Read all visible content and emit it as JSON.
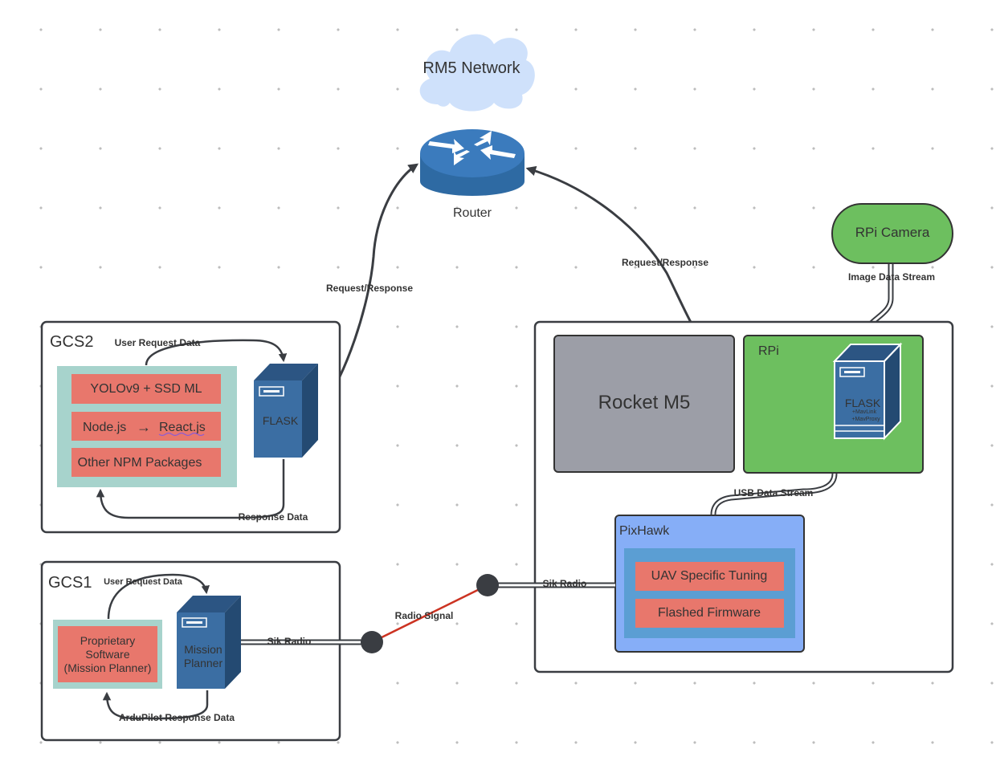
{
  "cloud": {
    "label": "RM5 Network"
  },
  "router": {
    "label": "Router"
  },
  "links": {
    "gcs2_router": "Request/Response",
    "router_rpi": "Request/Response",
    "camera_stream": "Image Data Stream",
    "usb_stream": "USB Data Stream",
    "sik_right": "Sik Radio",
    "sik_left": "Sik Radio",
    "radio_signal": "Radio Signal"
  },
  "camera": {
    "label": "RPi Camera"
  },
  "gcs2": {
    "title": "GCS2",
    "request_label": "User Request Data",
    "response_label": "Response Data",
    "items": [
      "YOLOv9 + SSD ML",
      "Node.js",
      "→",
      "React.js",
      "Other NPM Packages"
    ],
    "server_label": "FLASK"
  },
  "gcs1": {
    "title": "GCS1",
    "request_label": "User Request Data",
    "response_label": "ArduPilot Response Data",
    "software_lines": [
      "Proprietary",
      "Software",
      "(Mission Planner)"
    ],
    "server_lines": [
      "Mission",
      "Planner"
    ]
  },
  "uav": {
    "rocket_label": "Rocket M5",
    "rpi_label": "RPi",
    "flask_label": "FLASK",
    "flask_sub": [
      "+MavLink",
      "+MavProxy"
    ],
    "pixhawk_label": "PixHawk",
    "pixhawk_items": [
      "UAV Specific Tuning",
      "Flashed Firmware"
    ]
  },
  "colors": {
    "server": "#3b6ea3",
    "salmon": "#e8776c",
    "teal_bg": "#a7d3cc",
    "green": "#6dbf5f",
    "grey_box": "#9c9ea7",
    "pixhawk": "#86aef7",
    "pixhawk_inner": "#5b9ed3",
    "cloud": "#cfe1fb",
    "radio_red": "#cc3322"
  }
}
